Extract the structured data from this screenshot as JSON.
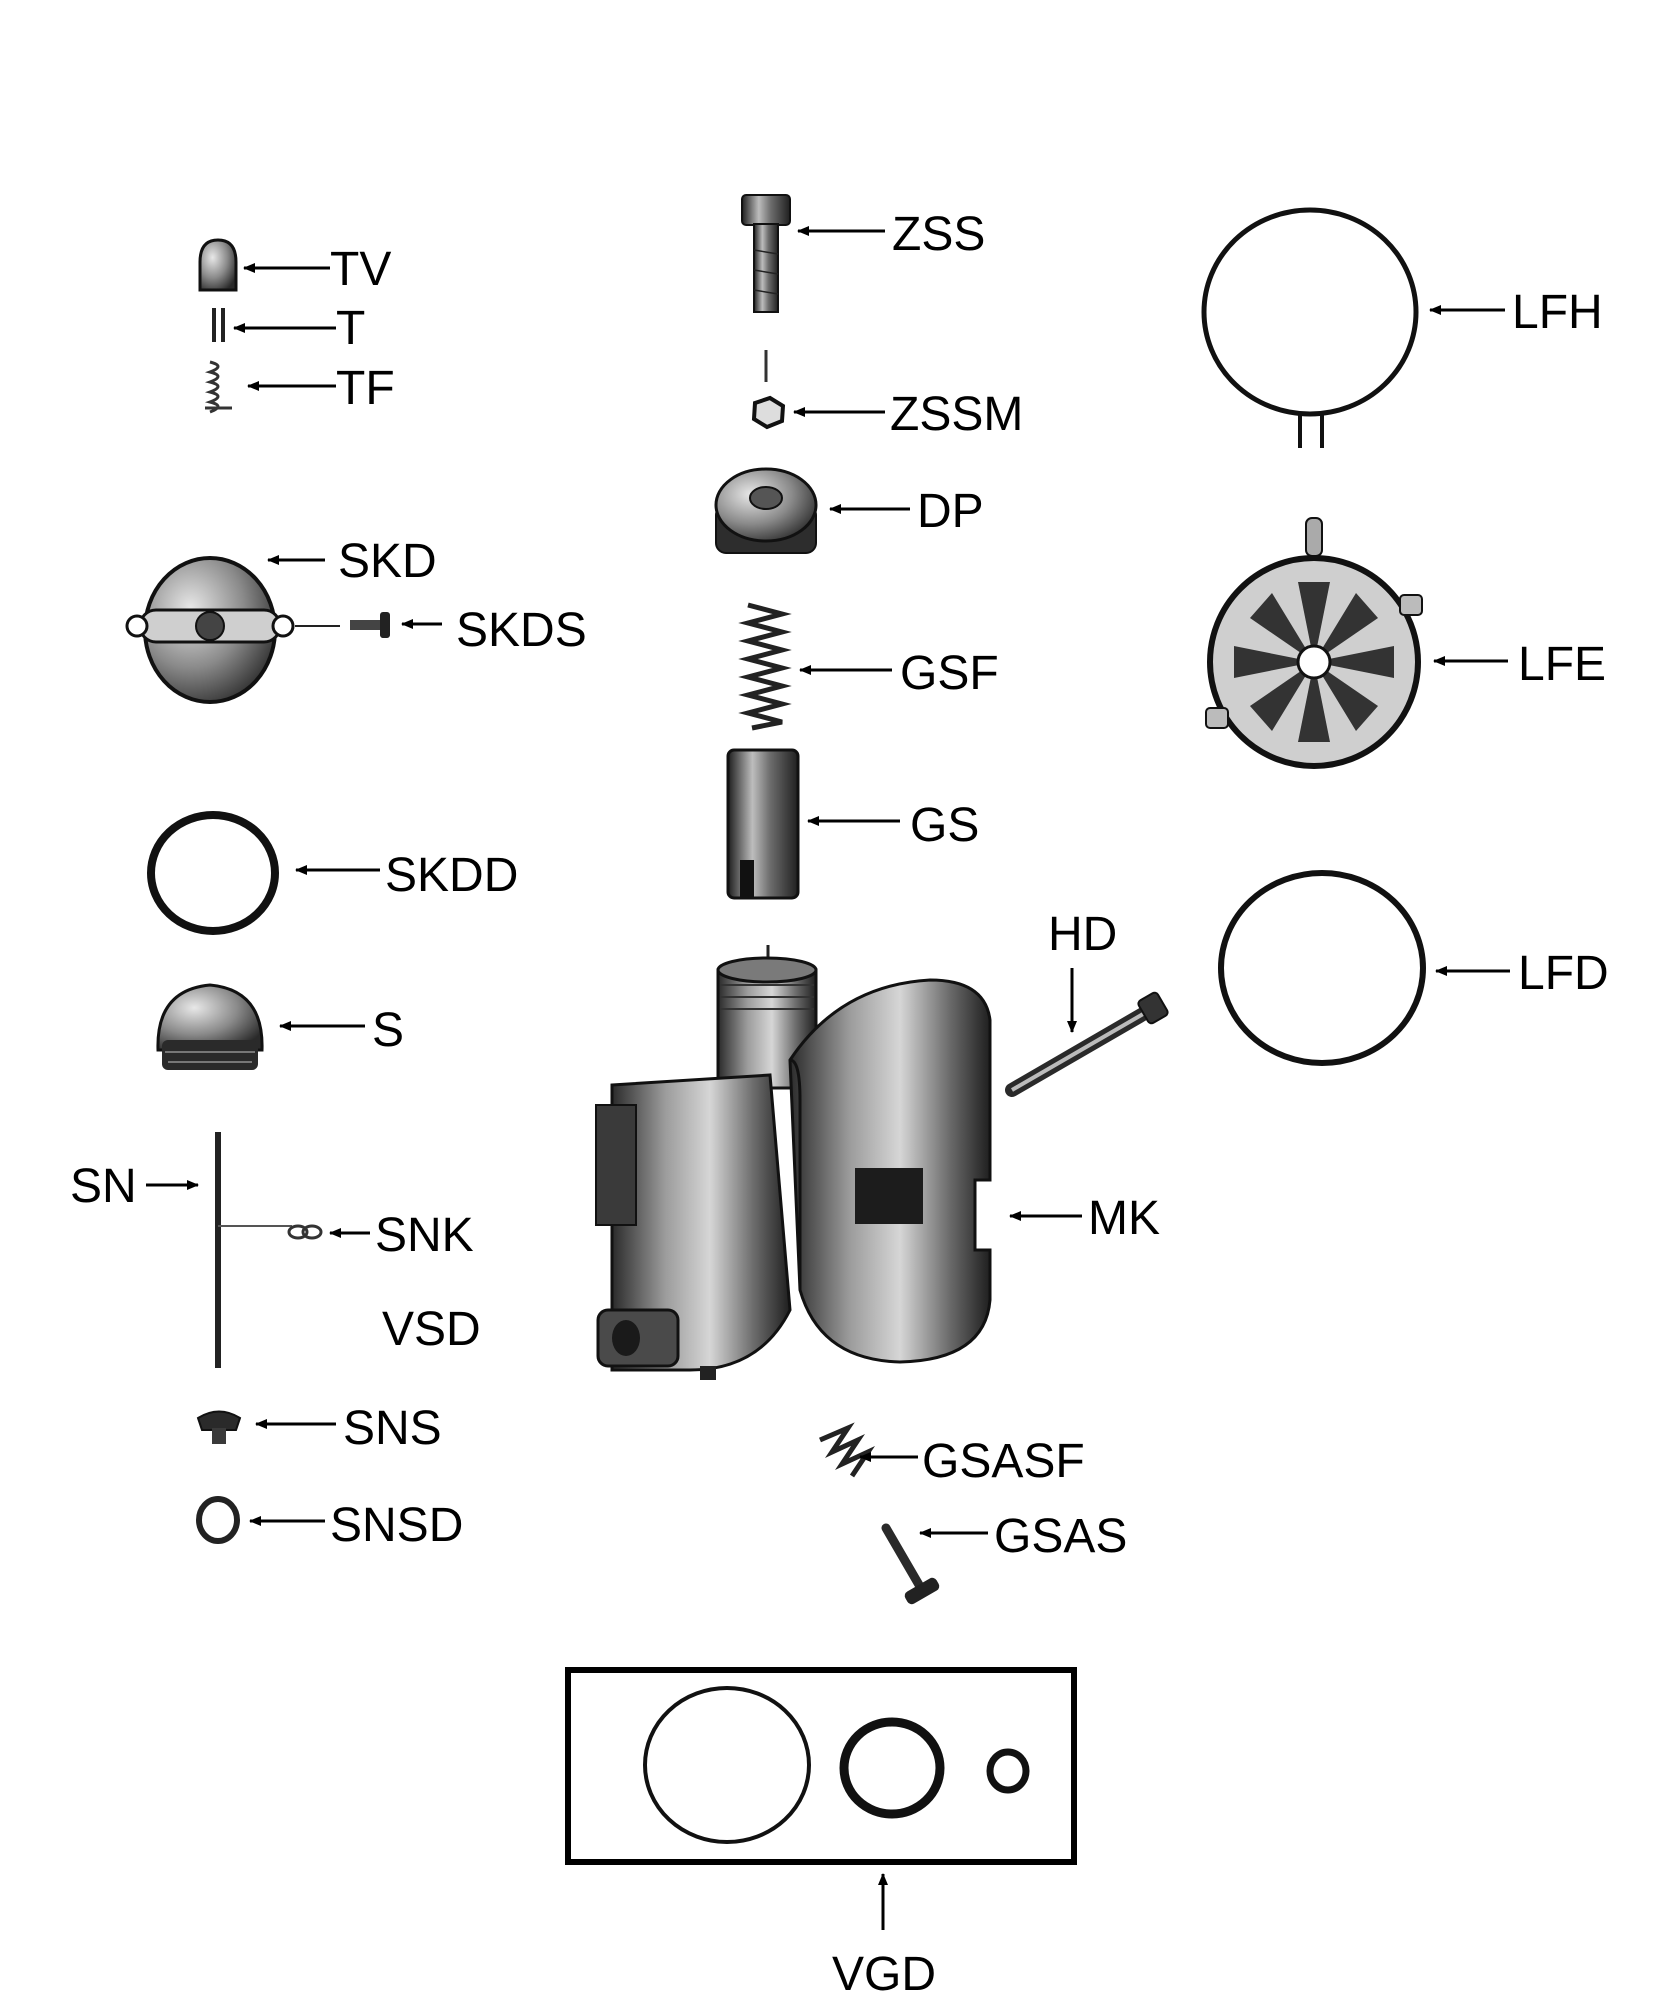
{
  "labels": {
    "tv": "TV",
    "t": "T",
    "tf": "TF",
    "skd": "SKD",
    "skds": "SKDS",
    "skdd": "SKDD",
    "s": "S",
    "sn": "SN",
    "snk": "SNK",
    "vsd": "VSD",
    "sns": "SNS",
    "snsd": "SNSD",
    "zss": "ZSS",
    "zssm": "ZSSM",
    "dp": "DP",
    "gsf": "GSF",
    "gs": "GS",
    "hd": "HD",
    "mk": "MK",
    "gsasf": "GSASF",
    "gsas": "GSAS",
    "vgd": "VGD",
    "lfh": "LFH",
    "lfe": "LFE",
    "lfd": "LFD"
  }
}
